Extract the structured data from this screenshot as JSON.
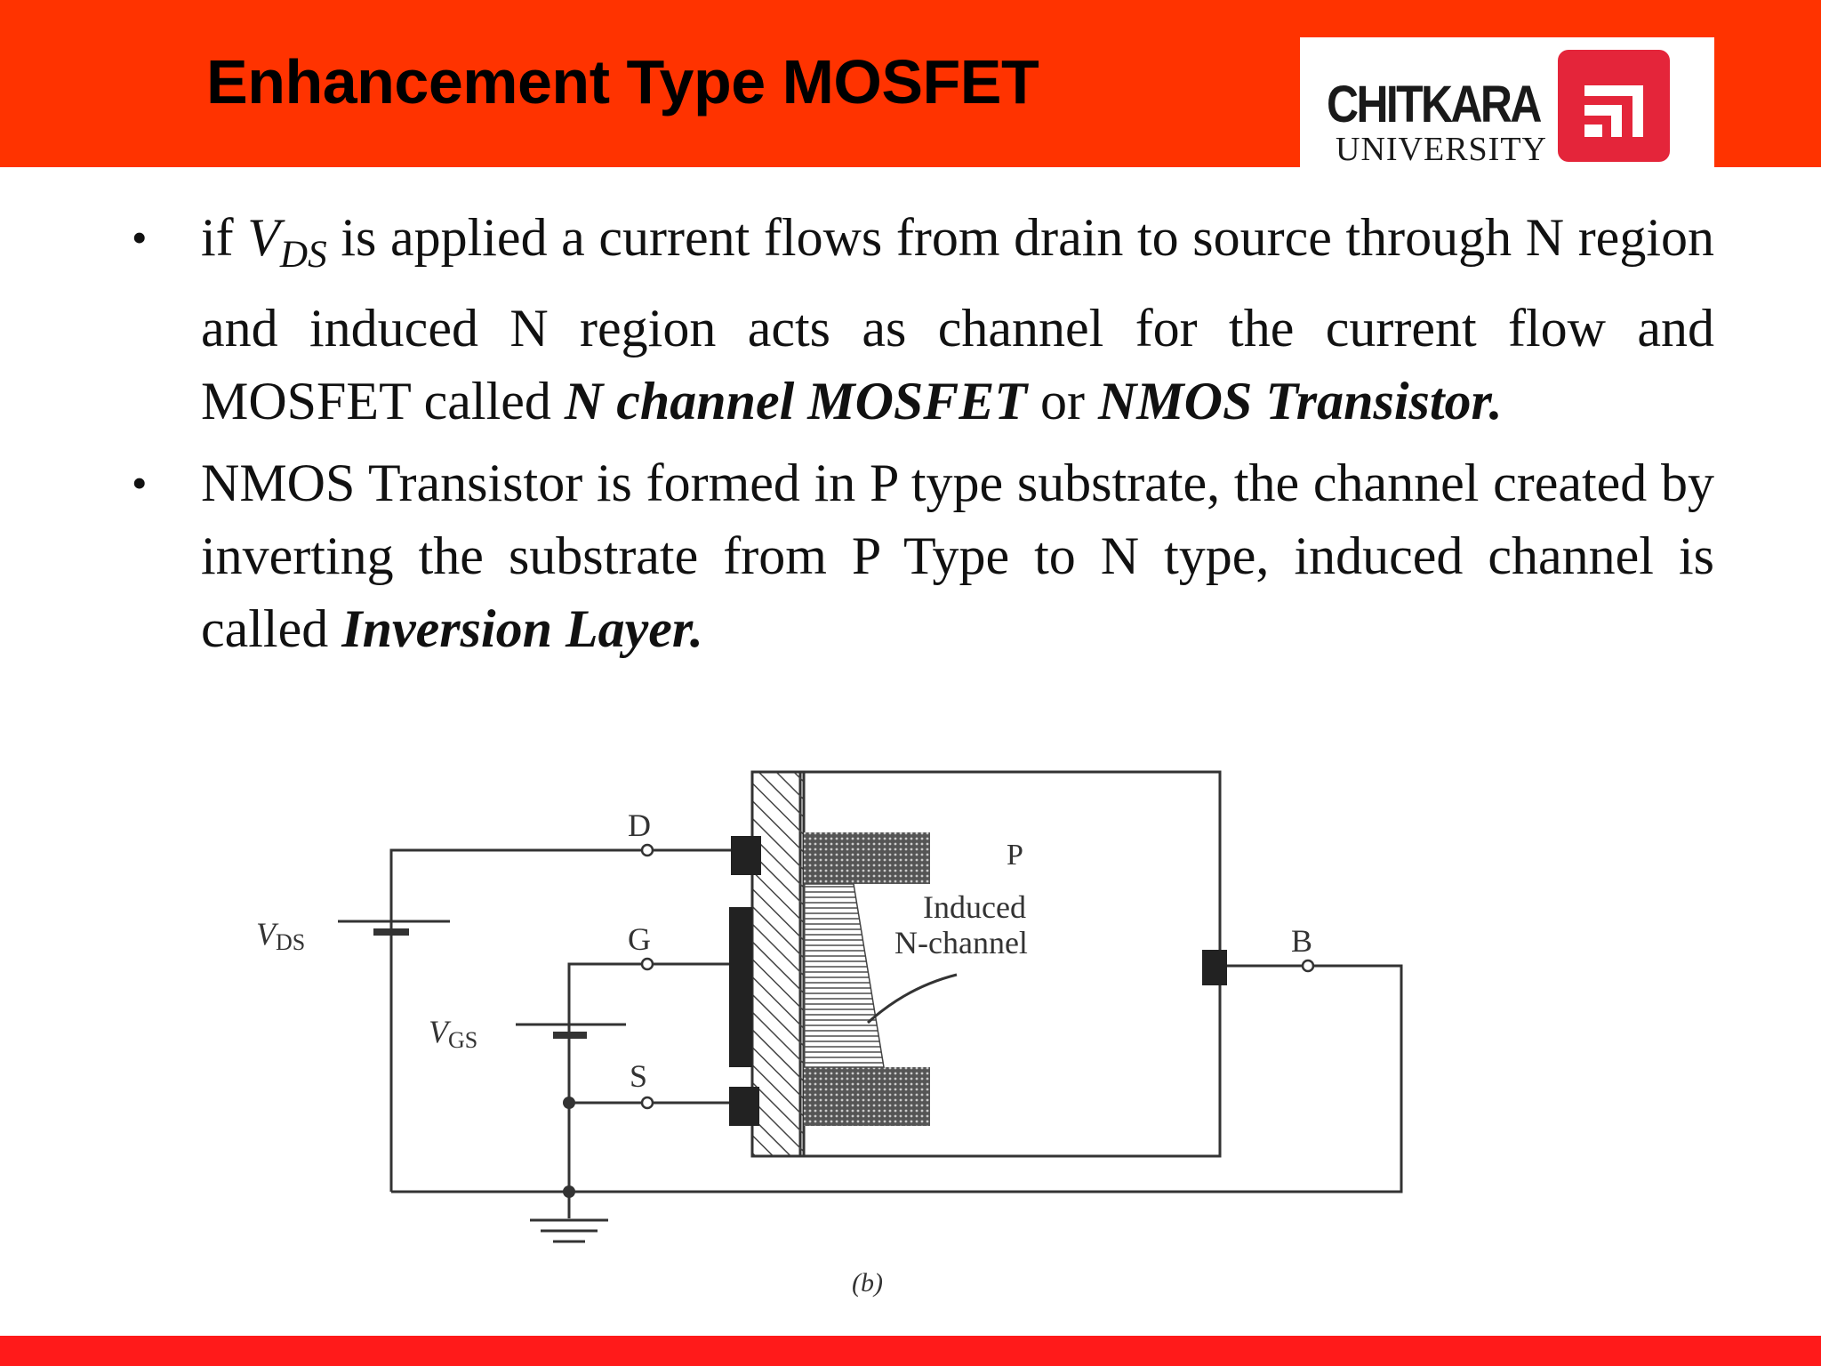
{
  "slide": {
    "title": "Enhancement Type MOSFET",
    "header_color": "#ff3300",
    "footer_color": "#ff1a1a"
  },
  "logo": {
    "name": "CHITKARA",
    "sub": "UNIVERSITY",
    "mark_color": "#e4253a",
    "icon": "chitkara-logo-icon"
  },
  "bullets": [
    {
      "marker": "•",
      "t1": "if ",
      "var": "V",
      "sub": "DS",
      "t2": " is applied a current flows from drain to source through N region and induced N region acts as channel for the current flow and MOSFET called ",
      "em1": "N channel MOSFET",
      "t3": " or ",
      "em2": "NMOS Transistor."
    },
    {
      "marker": "•",
      "t1": "NMOS Transistor is formed in P type substrate, the channel created by inverting the substrate from P Type to N type, induced channel is called ",
      "em1": "Inversion Layer."
    }
  ],
  "diagram": {
    "labels": {
      "d": "D",
      "g": "G",
      "s": "S",
      "b": "B",
      "p": "P",
      "induced": "Induced",
      "nchannel": "N-channel",
      "vds_v": "V",
      "vds_sub": "DS",
      "vgs_v": "V",
      "vgs_sub": "GS",
      "caption": "(b)"
    }
  }
}
